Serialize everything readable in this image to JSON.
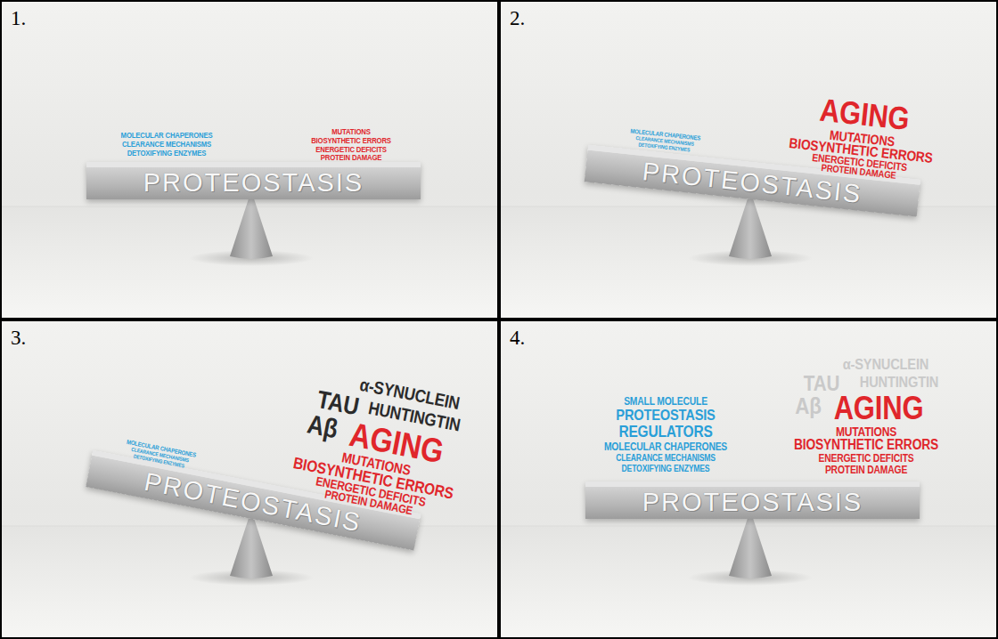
{
  "diagram": {
    "nodes": [
      {
        "text": [
          "1."
        ]
      },
      {
        "text": [
          "PROTEOSTASIS"
        ],
        "in": 0
      },
      {
        "text": [
          "2."
        ]
      },
      {
        "text": [
          "PROTEOSTASIS"
        ],
        "in": 2
      },
      {
        "text": [
          "3."
        ]
      },
      {
        "text": [
          "PROTEOSTASIS"
        ],
        "in": 4
      },
      {
        "text": [
          "4."
        ]
      },
      {
        "text": [
          "PROTEOSTASIS"
        ],
        "in": 6
      }
    ],
    "labels": [
      "MOLECULAR CHAPERONES",
      "CLEARANCE MECHANISMS",
      "DETOXIFYING ENZYMES",
      "MUTATIONS",
      "BIOSYNTHETIC ERRORS",
      "ENERGETIC DEFICITS",
      "PROTEIN DAMAGE",
      "MOLECULAR CHAPERONES",
      "CLEARANCE MECHANISMS",
      "DETOXIFYING ENZYMES",
      "AGING",
      "MUTATIONS",
      "BIOSYNTHETIC ERRORS",
      "ENERGETIC DEFICITS",
      "PROTEIN DAMAGE",
      "MOLECULAR CHAPERONES",
      "CLEARANCE MECHANISMS",
      "DETOXIFYING ENZYMES",
      "α-SYNUCLEIN",
      "TAU",
      "HUNTINGTIN",
      "Aβ",
      "AGING",
      "MUTATIONS",
      "BIOSYNTHETIC ERRORS",
      "ENERGETIC DEFICITS",
      "PROTEIN DAMAGE",
      "SMALL MOLECULE",
      "PROTEOSTASIS",
      "REGULATORS",
      "MOLECULAR CHAPERONES",
      "CLEARANCE MECHANISMS",
      "DETOXIFYING ENZYMES",
      "α-SYNUCLEIN",
      "TAU",
      "HUNTINGTIN",
      "Aβ",
      "AGING",
      "MUTATIONS",
      "BIOSYNTHETIC ERRORS",
      "ENERGETIC DEFICITS",
      "PROTEIN DAMAGE"
    ]
  }
}
